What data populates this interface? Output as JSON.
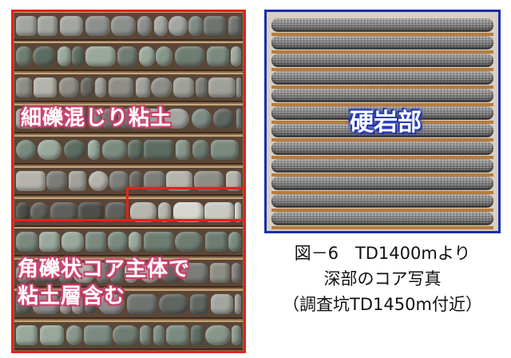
{
  "image": {
    "left_label_top": "細礫混じり粘土",
    "left_label_bottom_line1": "角礫状コア主体で",
    "left_label_bottom_line2": "粘土層含む",
    "right_label": "硬岩部"
  },
  "caption": {
    "line1": "図－6　TD1400mより",
    "line2": "深部のコア写真",
    "line3": "（調査坑TD1450m付近）"
  },
  "colors": {
    "red_outline": "#e2231a",
    "blue_outline": "#1a2ea8",
    "core_box_wood": "#8a6a4a"
  }
}
